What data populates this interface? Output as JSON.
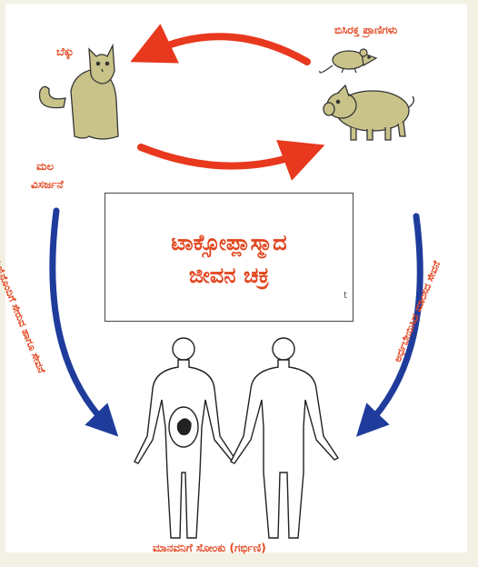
{
  "labels": {
    "cat": "ಬೆಕ್ಕು",
    "other_animals": "ಬಿಸಿರಕ್ತ ಪ್ರಾಣಿಗಳು",
    "feces_line1": "ಮಲ",
    "feces_line2": "ವಿಸರ್ಜನೆ",
    "left_path": "ಮಣ್ಣಿನೊಂದಿಗೆ ಸೇರುವ ಹಾಗೂ ಸೇವನೆ",
    "right_path": "ಅರ್ಧಬೇಯಿಸಿದ ಮಾಂಸದ ಸೇವನೆ",
    "bottom": "ಮಾನವನಿಗೆ ಸೋಂಕು (ಗರ್ಭಿಣಿ)"
  },
  "center": {
    "title_line1": "ಟಾಕ್ಸೋಪ್ಲಾಸ್ಮಾದ",
    "title_line2": "ಜೀವನ ಚಕ್ರ",
    "mark": "t"
  },
  "icons": {
    "cat": "cat-icon",
    "mouse": "mouse-icon",
    "pig": "pig-icon",
    "woman": "pregnant-woman-icon",
    "man": "man-icon"
  },
  "colors": {
    "text": "#e2461f",
    "red_arrow": "#e8381e",
    "blue_arrow": "#1f3c9c",
    "animal_fill": "#c9c38a"
  }
}
